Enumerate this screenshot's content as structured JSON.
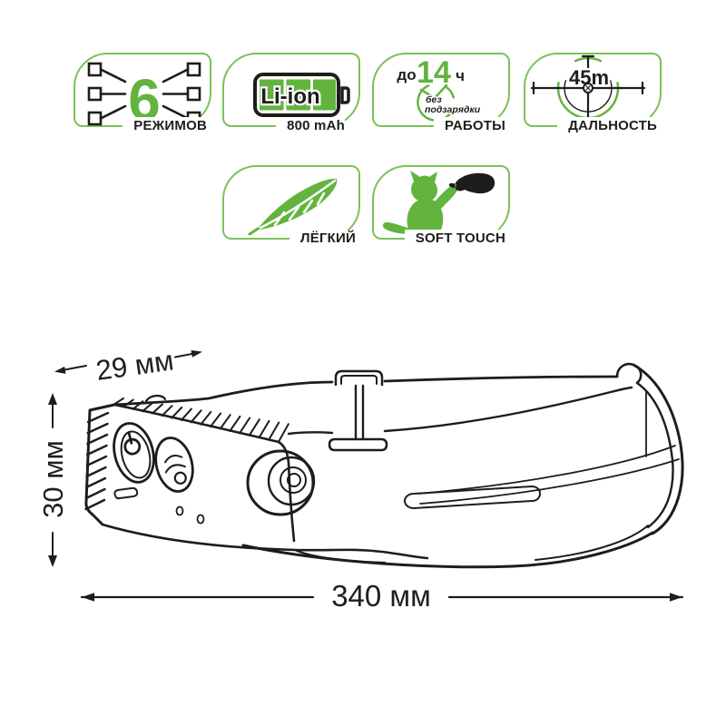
{
  "badges": {
    "modes": {
      "value": "6",
      "label": "РЕЖИМОВ"
    },
    "battery": {
      "cell_text": "Li-ion",
      "label": "800 mAh"
    },
    "runtime": {
      "prefix": "до",
      "hours": "14",
      "unit": "ч",
      "note_line1": "без",
      "note_line2": "подзарядки",
      "label": "РАБОТЫ"
    },
    "range": {
      "distance": "45m",
      "label": "ДАЛЬНОСТЬ"
    },
    "weight": {
      "label": "ЛЁГКИЙ"
    },
    "soft_touch": {
      "label": "SOFT TOUCH"
    }
  },
  "dimensions": {
    "depth": "29 мм",
    "height": "30 мм",
    "length": "340 мм"
  },
  "icons": {
    "modes": "network-6-modes-icon",
    "battery": "battery-icon",
    "runtime": "clock-icon",
    "range": "crosshair-target-icon",
    "weight": "feather-icon",
    "soft_touch": "cat-icon"
  },
  "colors": {
    "green": "#62b43e",
    "frame_green": "#7cc159",
    "ink": "#1d1d1b"
  }
}
